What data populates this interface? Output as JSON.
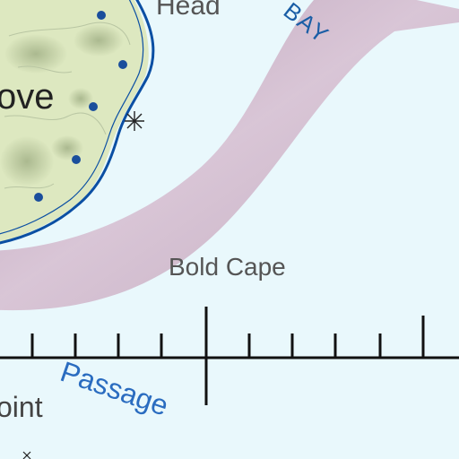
{
  "map": {
    "labels": {
      "head": "Head",
      "bay": "BAY",
      "grove": "ove",
      "bold_cape": "Bold Cape",
      "passage": "Passage",
      "point": "oint"
    },
    "colors": {
      "water": "#e9f8fc",
      "land": "#dde8c0",
      "relief": "#a8b890",
      "coastline": "#0b4fa3",
      "bay_band": "#c7a9bf",
      "scale_bar": "#111111",
      "passage_text": "#2a6cc0"
    },
    "symbols": {
      "feature_marker_icon": "asterisk"
    }
  }
}
